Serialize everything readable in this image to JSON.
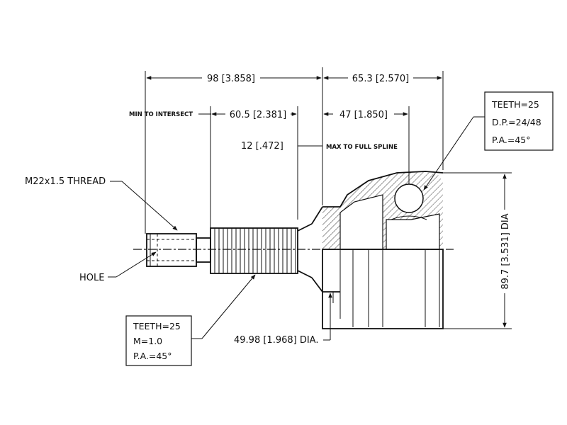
{
  "dimensions": {
    "overall": "98 [3.858]",
    "to_joint": "65.3 [2.570]",
    "spline_len": "60.5 [2.381]",
    "to_center": "47 [1.850]",
    "spline_short": "12 [.472]",
    "min_intersect": "MIN TO INTERSECT",
    "max_spline": "MAX TO FULL SPLINE",
    "shaft_dia": "49.98 [1.968] DIA.",
    "bell_dia": "89.7 [3.531] DIA"
  },
  "callouts": {
    "thread": "M22x1.5 THREAD",
    "hole": "HOLE"
  },
  "inner_spec": {
    "teeth": "TEETH=25",
    "dp": "D.P.=24/48",
    "pa": "P.A.=45°"
  },
  "outer_spec": {
    "teeth": "TEETH=25",
    "m": "M=1.0",
    "pa": "P.A.=45°"
  }
}
